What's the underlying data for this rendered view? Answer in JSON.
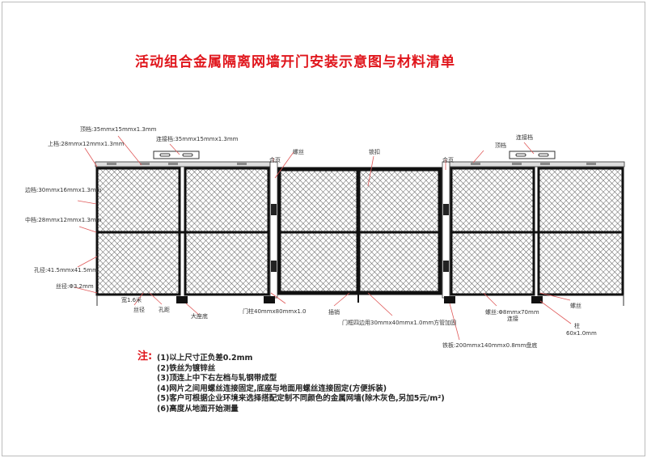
{
  "title": "活动组合金属隔离网墙开门安装示意图与材料清单",
  "labels": {
    "top_rail": "顶档:35mmx15mmx1.3mm",
    "connector_left": "连接档:35mmx15mmx1.3mm",
    "upper_rail": "上档:28mmx12mmx1.3mm",
    "side_rail": "边档:30mmx16mmx1.3mm",
    "middle_rail": "中档:28mmx12mmx1.3mm",
    "hole_size": "孔径:41.5mmx41.5mm",
    "wire_dia": "丝径:Φ3.2mm",
    "width": "宽1.6米",
    "wire_gauge": "丝径",
    "hole_pitch": "孔距",
    "large_base": "大座底",
    "hinge_left": "合页",
    "screw_top": "螺丝",
    "lock": "锁扣",
    "hinge_right": "合页",
    "top_rail_right": "顶档",
    "connector_right": "连接档",
    "door_post": "门柱40mmx80mmx1.0",
    "latch": "插销",
    "door_frame": "门框四边用30mmx40mmx1.0mm方管加固",
    "screw_connect": "螺丝:Φ8mmx70mm",
    "connect": "连接",
    "screw_right": "螺丝",
    "post": "柱",
    "post_size": "60x1.0mm",
    "base_plate": "铁板:200mmx140mmx0.8mm盘底"
  },
  "notes": {
    "heading": "注:",
    "items": [
      "(1)以上尺寸正负差0.2mm",
      "(2)铁丝为镀锌丝",
      "(3)顶连上中下右左档与轧钢带成型",
      "(4)网片之间用螺丝连接固定,底座与地面用螺丝连接固定(方便拆装)",
      "(5)客户可根据企业环境来选择搭配定制不同颜色的金属网墙(除木灰色,另加5元/m²)",
      "(6)高度从地面开始测量"
    ]
  }
}
